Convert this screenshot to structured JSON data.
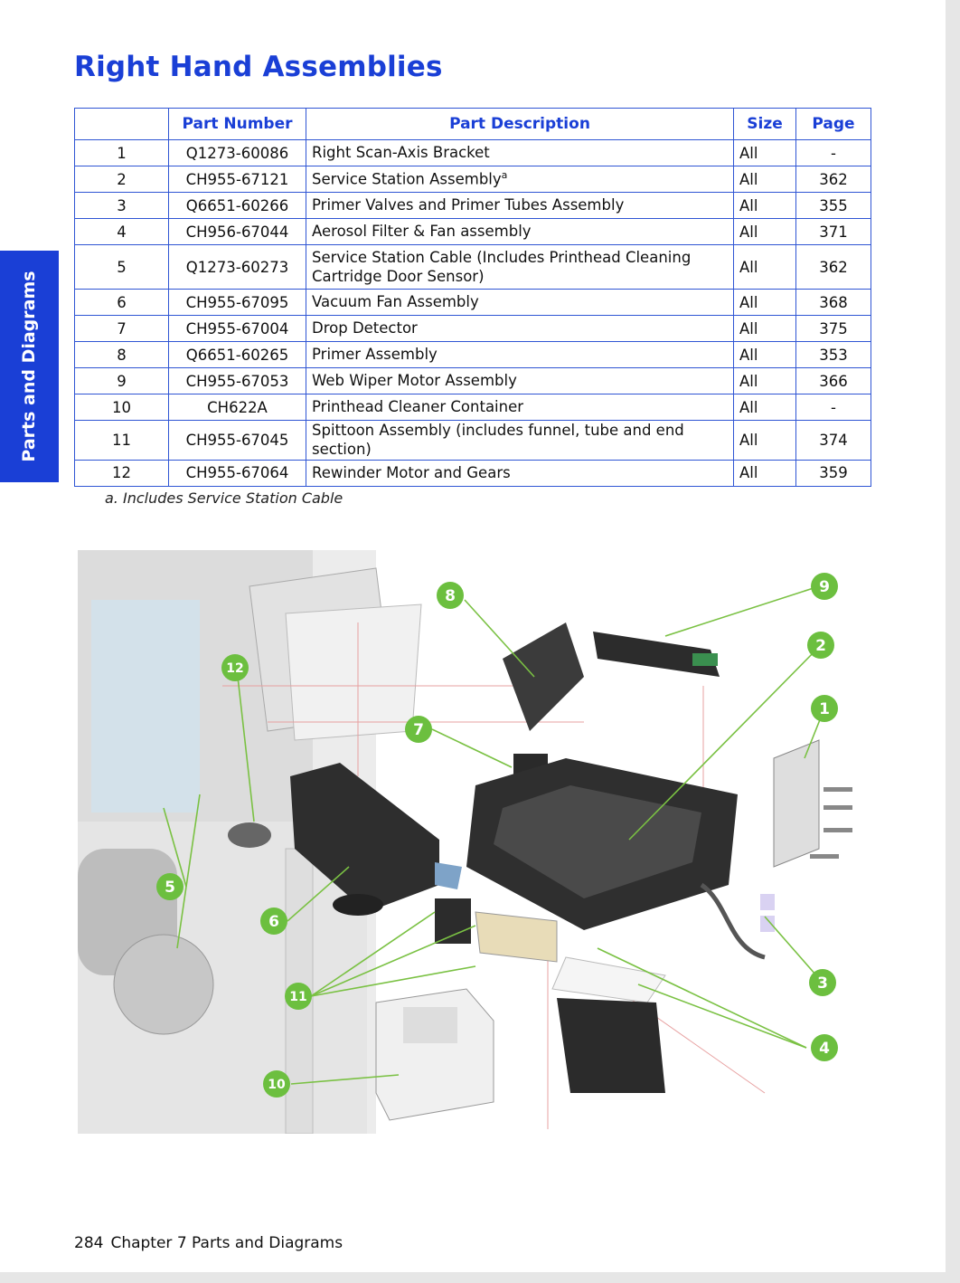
{
  "title": "Right Hand Assemblies",
  "side_tab": "Parts and Diagrams",
  "table": {
    "headers": [
      "",
      "Part Number",
      "Part Description",
      "Size",
      "Page"
    ],
    "rows": [
      {
        "index": "1",
        "part_number": "Q1273-60086",
        "description": "Right Scan-Axis Bracket",
        "note": "",
        "size": "All",
        "page": "-"
      },
      {
        "index": "2",
        "part_number": "CH955-67121",
        "description": "Service Station Assembly",
        "note": "a",
        "size": "All",
        "page": "362"
      },
      {
        "index": "3",
        "part_number": "Q6651-60266",
        "description": "Primer Valves and Primer Tubes Assembly",
        "note": "",
        "size": "All",
        "page": "355"
      },
      {
        "index": "4",
        "part_number": "CH956-67044",
        "description": "Aerosol Filter & Fan assembly",
        "note": "",
        "size": "All",
        "page": "371"
      },
      {
        "index": "5",
        "part_number": "Q1273-60273",
        "description": "Service Station Cable (Includes Printhead Cleaning Cartridge Door Sensor)",
        "note": "",
        "size": "All",
        "page": "362"
      },
      {
        "index": "6",
        "part_number": "CH955-67095",
        "description": "Vacuum Fan Assembly",
        "note": "",
        "size": "All",
        "page": "368"
      },
      {
        "index": "7",
        "part_number": "CH955-67004",
        "description": "Drop Detector",
        "note": "",
        "size": "All",
        "page": "375"
      },
      {
        "index": "8",
        "part_number": "Q6651-60265",
        "description": "Primer Assembly",
        "note": "",
        "size": "All",
        "page": "353"
      },
      {
        "index": "9",
        "part_number": "CH955-67053",
        "description": "Web Wiper Motor Assembly",
        "note": "",
        "size": "All",
        "page": "366"
      },
      {
        "index": "10",
        "part_number": "CH622A",
        "description": "Printhead Cleaner Container",
        "note": "",
        "size": "All",
        "page": "-"
      },
      {
        "index": "11",
        "part_number": "CH955-67045",
        "description": "Spittoon Assembly (includes funnel, tube and end section)",
        "note": "",
        "size": "All",
        "page": "374"
      },
      {
        "index": "12",
        "part_number": "CH955-67064",
        "description": "Rewinder Motor and Gears",
        "note": "",
        "size": "All",
        "page": "359"
      }
    ]
  },
  "footnote": "a. Includes Service Station Cable",
  "diagram": {
    "callouts": [
      "1",
      "2",
      "3",
      "4",
      "5",
      "6",
      "7",
      "8",
      "9",
      "10",
      "11",
      "12"
    ],
    "callout_color": "#6cbf3f",
    "leader_color": "#7ac143"
  },
  "footer": {
    "page_number": "284",
    "chapter": "Chapter 7 Parts and Diagrams"
  },
  "colors": {
    "accent": "#1a3fd6",
    "table_border": "#2f55d4"
  }
}
